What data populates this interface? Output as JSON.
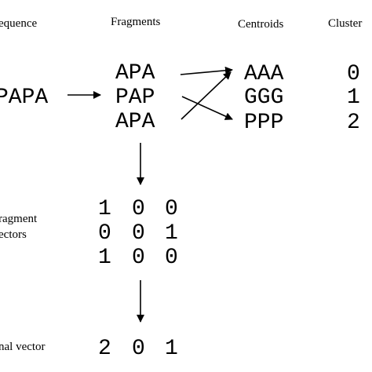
{
  "headers": {
    "sequence": "equence",
    "fragments": "Fragments",
    "centroids": "Centroids",
    "clusters": "Cluster"
  },
  "sequence_text": "PAPA",
  "fragments": [
    "APA",
    "PAP",
    "APA"
  ],
  "centroids": [
    "AAA",
    "GGG",
    "PPP"
  ],
  "cluster_ids": [
    "0",
    "1",
    "2"
  ],
  "fragment_vectors_label": [
    "ragment",
    "ectors"
  ],
  "fragment_vectors": [
    [
      "1",
      "0",
      "0"
    ],
    [
      "0",
      "0",
      "1"
    ],
    [
      "1",
      "0",
      "0"
    ]
  ],
  "final_vector_label": "nal vector",
  "final_vector": [
    "2",
    "0",
    "1"
  ]
}
